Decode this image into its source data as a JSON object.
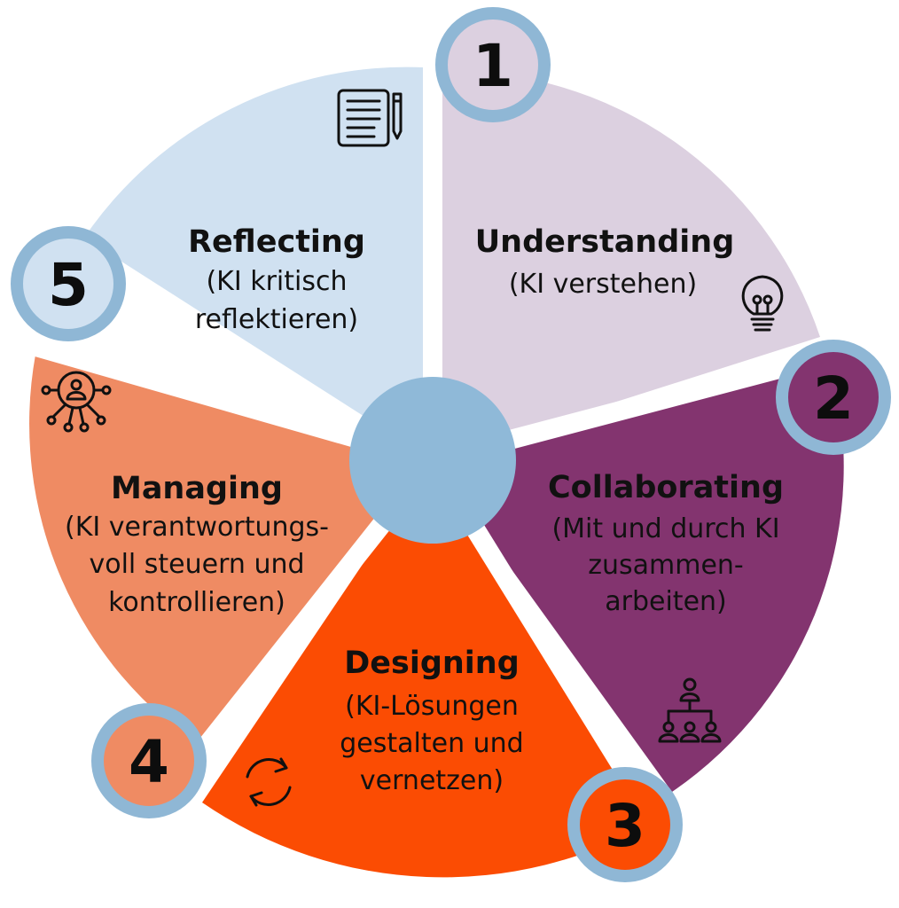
{
  "colors": {
    "understanding": "#dcd0e0",
    "collaborating": "#83346f",
    "designing": "#fb4c03",
    "managing": "#ef8b63",
    "reflecting": "#d0e1f1",
    "ring": "#8fb7d5",
    "hub": "#8fb9d8"
  },
  "segments": [
    {
      "number": "1",
      "title": "Understanding",
      "subtitle": [
        "(KI verstehen)"
      ],
      "icon": "lightbulb-icon"
    },
    {
      "number": "2",
      "title": "Collaborating",
      "subtitle": [
        "(Mit und durch KI",
        "zusammen-",
        "arbeiten)"
      ],
      "icon": "team-hierarchy-icon"
    },
    {
      "number": "3",
      "title": "Designing",
      "subtitle": [
        "(KI-Lösungen",
        "gestalten und",
        "vernetzen)"
      ],
      "icon": "refresh-cycle-icon"
    },
    {
      "number": "4",
      "title": "Managing",
      "subtitle": [
        "(KI verantwortungs-",
        "voll steuern und",
        "kontrollieren)"
      ],
      "icon": "person-network-icon"
    },
    {
      "number": "5",
      "title": "Reflecting",
      "subtitle": [
        "(KI kritisch",
        "reflektieren)"
      ],
      "icon": "document-pencil-icon"
    }
  ]
}
